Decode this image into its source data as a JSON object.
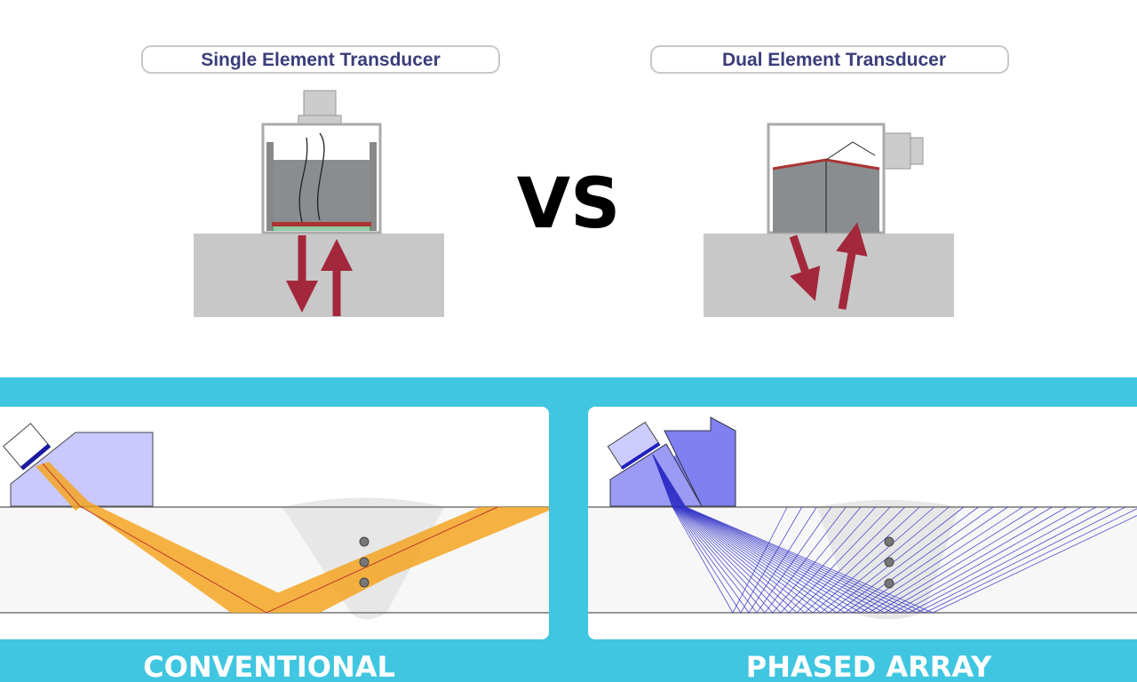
{
  "top": {
    "single_label": "Single Element Transducer",
    "dual_label": "Dual Element Transducer",
    "vs_label": "VS"
  },
  "bottom": {
    "conventional_label": "CONVENTIONAL",
    "phased_label": "PHASED ARRAY"
  },
  "colors": {
    "band": "#40c6e0",
    "arrow": "#a3283c",
    "beam_orange": "#f5a623",
    "beam_blue": "#3030c8",
    "wedge_light": "#c9c9ff",
    "wedge_dark": "#8080f0"
  }
}
